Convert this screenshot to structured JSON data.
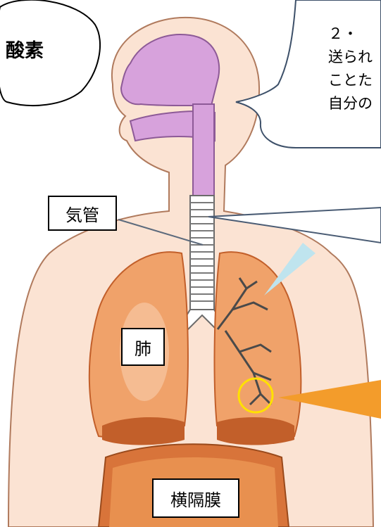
{
  "oxygen_label": "酸素",
  "speech_text": "２・\n送られ\nことた\n自分の",
  "labels": {
    "trachea": "気管",
    "lung": "肺",
    "diaphragm": "横隔膜"
  },
  "colors": {
    "skin": "#fbe3d3",
    "skin_outline": "#b07a5d",
    "airway": "#d7a2dc",
    "lung": "#f0a26a",
    "lung_dark": "#c25f2a",
    "diaphragm": "#d8743a",
    "highlight_circle": "#ffe100",
    "pointer": "#f39c2b",
    "pointer_light": "#bfe4ee"
  }
}
